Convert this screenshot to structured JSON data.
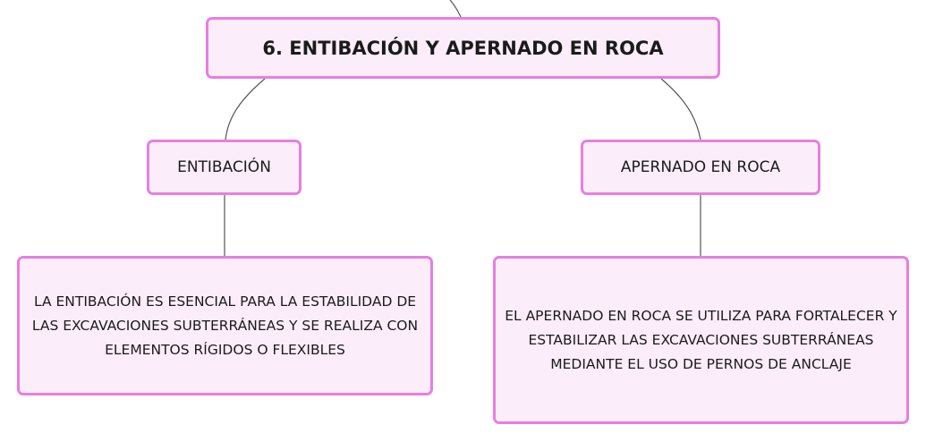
{
  "root": {
    "label": "6. ENTIBACIÓN Y APERNADO EN ROCA"
  },
  "branches": [
    {
      "label": "ENTIBACIÓN",
      "description": "LA ENTIBACIÓN ES ESENCIAL PARA LA ESTABILIDAD DE LAS EXCAVACIONES SUBTERRÁNEAS Y SE REALIZA CON ELEMENTOS RÍGIDOS O FLEXIBLES"
    },
    {
      "label": "APERNADO EN ROCA",
      "description": "EL APERNADO EN ROCA SE UTILIZA PARA FORTALECER Y ESTABILIZAR LAS EXCAVACIONES SUBTERRÁNEAS MEDIANTE EL USO DE PERNOS DE ANCLAJE"
    }
  ],
  "colors": {
    "node_fill": "#fcedfa",
    "node_border": "#e87ee3",
    "connector": "#555555",
    "text": "#1b1b1b"
  }
}
